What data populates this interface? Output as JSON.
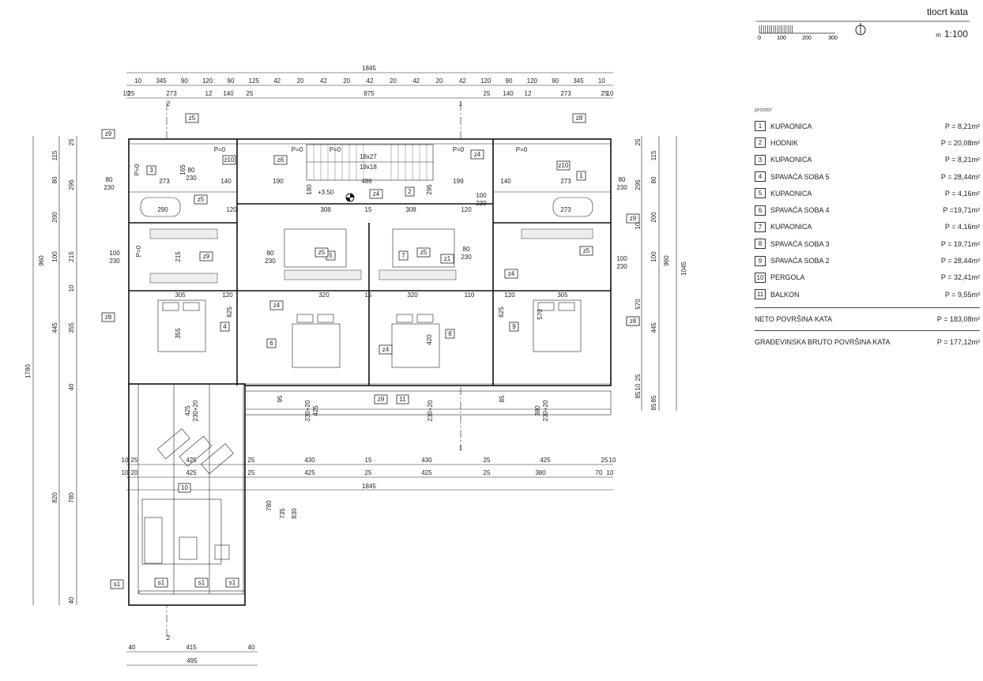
{
  "header": {
    "title": "tlocrt kata",
    "scale_unit": "m",
    "scale_ratio": "1:100",
    "scalebar_ticks": [
      "0",
      "100",
      "200",
      "300"
    ]
  },
  "legend": {
    "heading": "prostor",
    "rooms": [
      {
        "num": "1",
        "name": "KUPAONICA",
        "area": "P = 8,21m²"
      },
      {
        "num": "2",
        "name": "HODNIK",
        "area": "P = 20,08m²"
      },
      {
        "num": "3",
        "name": "KUPAONICA",
        "area": "P = 8,21m²"
      },
      {
        "num": "4",
        "name": "SPAVAĆA SOBA 5",
        "area": "P = 28,44m²"
      },
      {
        "num": "5",
        "name": "KUPAONICA",
        "area": "P = 4,16m²"
      },
      {
        "num": "6",
        "name": "SPAVAĆA SOBA 4",
        "area": "P =19,71m²"
      },
      {
        "num": "7",
        "name": "KUPAONICA",
        "area": "P = 4,16m²"
      },
      {
        "num": "8",
        "name": "SPAVAĆA SOBA 3",
        "area": "P = 19,71m²"
      },
      {
        "num": "9",
        "name": "SPAVAĆA SOBA 2",
        "area": "P = 28,44m²"
      },
      {
        "num": "10",
        "name": "PERGOLA",
        "area": "P = 32,41m²"
      },
      {
        "num": "11",
        "name": "BALKON",
        "area": "P = 9,55m²"
      }
    ],
    "net_label": "NETO POVRŠINA KATA",
    "net_area": "P = 183,08m²",
    "gross_label": "GRAĐEVINSKA BRUTO POVRŠINA KATA",
    "gross_area": "P = 177,12m²"
  },
  "plan": {
    "top_dims": {
      "total": "1845",
      "row1": [
        "10",
        "345",
        "90",
        "120",
        "90",
        "125",
        "42",
        "20",
        "42",
        "20",
        "42",
        "20",
        "42",
        "20",
        "42",
        "120",
        "90",
        "120",
        "90",
        "345",
        "10"
      ],
      "row2": [
        "10",
        "25",
        "273",
        "12",
        "140",
        "25",
        "875",
        "25",
        "140",
        "12",
        "273",
        "25",
        "10"
      ]
    },
    "bottom_dims": {
      "row1": [
        "10",
        "25",
        "425",
        "25",
        "430",
        "15",
        "430",
        "25",
        "425",
        "25",
        "10"
      ],
      "row2": [
        "10",
        "20",
        "425",
        "25",
        "425",
        "25",
        "425",
        "25",
        "380",
        "70",
        "10"
      ],
      "total": "1845",
      "pergola_row": [
        "40",
        "415",
        "40"
      ],
      "pergola_total": "495"
    },
    "left_dims": {
      "outer_total": "1780",
      "total_960": "960",
      "col1": [
        "115",
        "80",
        "200",
        "100",
        "445",
        "820"
      ],
      "col2": [
        "295",
        "215",
        "355",
        "780"
      ],
      "small": [
        "25",
        "10",
        "40",
        "40"
      ]
    },
    "right_dims": {
      "total": "1045",
      "total_960": "960",
      "col1": [
        "115",
        "80",
        "200",
        "100",
        "445",
        "85",
        "85"
      ],
      "col2": [
        "295",
        "570"
      ],
      "small": [
        "25",
        "10",
        "85",
        "10",
        "25"
      ]
    },
    "room_numbers": [
      "1",
      "2",
      "3",
      "4",
      "5",
      "6",
      "7",
      "8",
      "9",
      "10",
      "11"
    ],
    "window_tags": [
      "z9",
      "z9",
      "z8",
      "z8",
      "z10",
      "z10",
      "z6",
      "z4",
      "z4",
      "z4",
      "z4",
      "z4",
      "z5",
      "z5",
      "z5",
      "z5",
      "z5",
      "z8",
      "z9",
      "z9",
      "z1",
      "s1",
      "s1",
      "s1",
      "s1",
      "z8"
    ],
    "openings": [
      {
        "w": "100",
        "h": "230"
      },
      {
        "w": "80",
        "h": "230"
      },
      {
        "w": "90",
        "h": "230"
      }
    ],
    "stair": {
      "label1": "18x27",
      "label2": "19x18"
    },
    "level_mark": "+3.50",
    "inner_dims": [
      "273",
      "140",
      "190",
      "486",
      "199",
      "140",
      "273",
      "290",
      "120",
      "308",
      "15",
      "308",
      "120",
      "273",
      "305",
      "120",
      "320",
      "15",
      "320",
      "110",
      "120",
      "305",
      "625",
      "420",
      "625",
      "570",
      "355",
      "215",
      "425",
      "230+20",
      "95",
      "230+20",
      "425",
      "230+20",
      "380",
      "230+20",
      "735",
      "830",
      "780",
      "165",
      "180",
      "295",
      "85"
    ],
    "section_marks": [
      "2",
      "2",
      "1",
      "1"
    ],
    "parapet_tags": [
      "P=0",
      "P=0",
      "P=0",
      "P=0",
      "P=0",
      "P=0",
      "P=0"
    ]
  }
}
